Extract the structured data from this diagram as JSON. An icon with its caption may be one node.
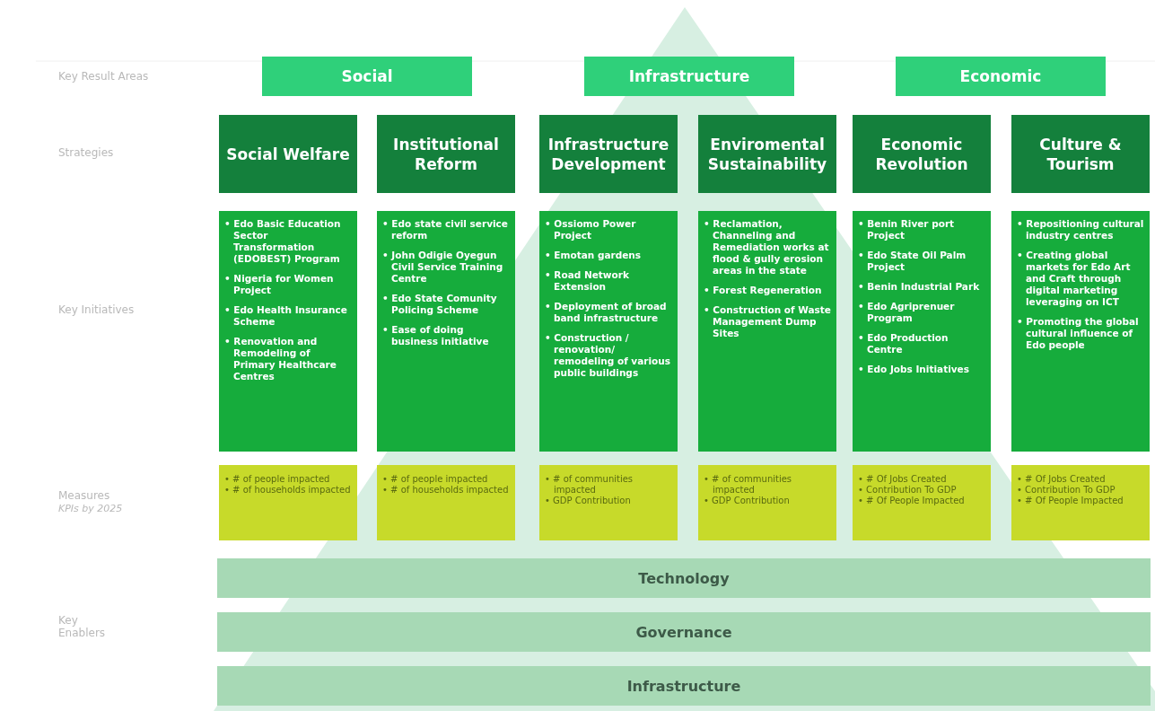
{
  "diagram": {
    "nodes": [
      {
        "text": [
          "Social"
        ]
      },
      {
        "text": [
          "Infrastructure"
        ]
      },
      {
        "text": [
          "Economic"
        ]
      },
      {
        "text": [
          "Social Welfare"
        ]
      },
      {
        "text": [
          "Institutional Reform"
        ]
      },
      {
        "text": [
          "Infrastructure Development"
        ]
      },
      {
        "text": [
          "Enviromental Sustainability"
        ]
      },
      {
        "text": [
          "Economic Revolution"
        ]
      },
      {
        "text": [
          "Culture & Tourism"
        ]
      },
      {
        "text": [
          "• Edo Basic Education Sector Transformation (EDOBEST) Program",
          "• Nigeria for Women Project",
          "• Edo Health Insurance Scheme",
          "• Renovation and Remodeling of Primary Healthcare Centres"
        ]
      },
      {
        "text": [
          "• Edo state civil service reform",
          "• John Odigie Oyegun Civil Service Training Centre",
          "• Edo State Comunity Policing Scheme",
          "• Ease of doing business initiative"
        ]
      },
      {
        "text": [
          "• Ossiomo Power Project",
          "• Emotan gardens",
          "• Road Network Extension",
          "• Deployment of broad band infrastructure",
          "• Construction / renovation/ remodeling of various public buildings"
        ]
      },
      {
        "text": [
          "• Reclamation, Channeling and Remediation works at flood & gully erosion areas in the state",
          "• Forest Regeneration",
          "• Construction of Waste Management Dump Sites"
        ]
      },
      {
        "text": [
          "• Benin River port Project",
          "• Edo State Oil Palm Project",
          "• Benin Industrial Park",
          "• Edo Agriprenuer Program",
          "• Edo Production Centre",
          "• Edo Jobs Initiatives"
        ]
      },
      {
        "text": [
          "• Repositioning cultural industry centres",
          "• Creating global markets for Edo Art and Craft through digital marketing leveraging on ICT",
          "• Promoting the global cultural influence of Edo people"
        ]
      },
      {
        "text": [
          "• # of people impacted",
          "• # of households impacted"
        ]
      },
      {
        "text": [
          "• # of people impacted",
          "• # of households impacted"
        ]
      },
      {
        "text": [
          "• # of communities impacted",
          "• GDP Contribution"
        ]
      },
      {
        "text": [
          "• # of communities impacted",
          "• GDP Contribution"
        ]
      },
      {
        "text": [
          "• # Of Jobs Created",
          "• Contribution To GDP",
          "• # Of People Impacted"
        ]
      },
      {
        "text": [
          "• # Of Jobs Created",
          "• Contribution To GDP",
          "• # Of People Impacted"
        ]
      },
      {
        "text": [
          "Technology"
        ]
      },
      {
        "text": [
          "Governance"
        ]
      },
      {
        "text": [
          "Infrastructure"
        ]
      }
    ],
    "labels": [
      "Key Result Areas",
      "Strategies",
      "Key Initiatives",
      "Measures",
      "KPIs by 2025",
      "Key Enablers"
    ]
  }
}
